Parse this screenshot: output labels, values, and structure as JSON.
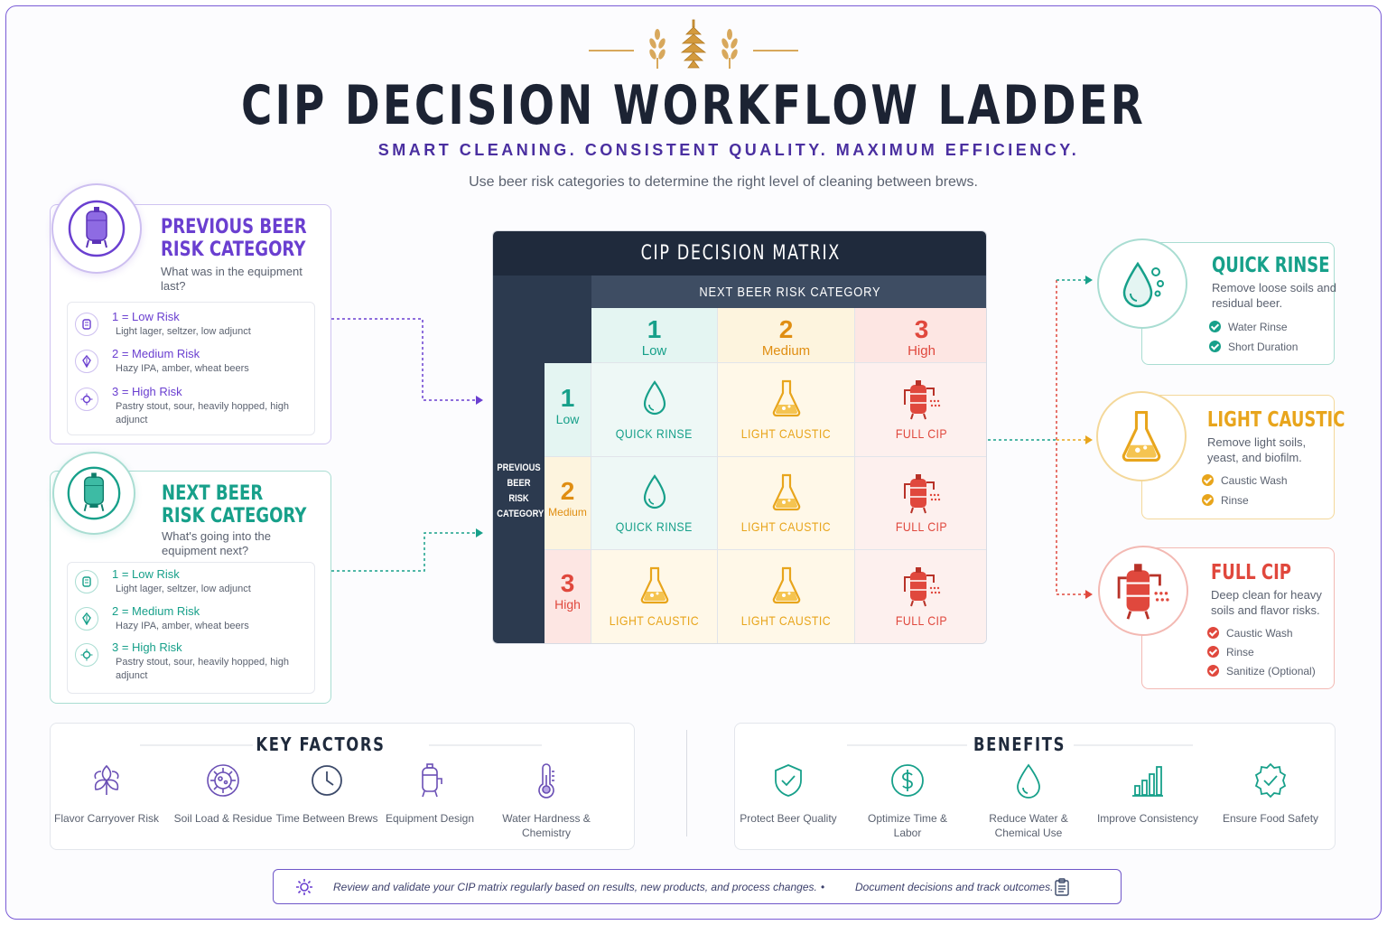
{
  "header": {
    "title": "CIP DECISION WORKFLOW LADDER",
    "subtitle": "SMART CLEANING. CONSISTENT QUALITY. MAXIMUM EFFICIENCY.",
    "intro": "Use beer risk categories to determine the right level of cleaning between brews."
  },
  "previous_panel": {
    "title_line1": "PREVIOUS BEER",
    "title_line2": "RISK CATEGORY",
    "question": "What was in the equipment last?",
    "items": [
      {
        "label": "1 = Low Risk",
        "desc": "Light lager, seltzer, low adjunct"
      },
      {
        "label": "2 = Medium Risk",
        "desc": "Hazy IPA, amber, wheat beers"
      },
      {
        "label": "3 = High Risk",
        "desc": "Pastry stout, sour, heavily hopped, high adjunct"
      }
    ]
  },
  "next_panel": {
    "title_line1": "NEXT BEER",
    "title_line2": "RISK CATEGORY",
    "question": "What's going into the equipment next?",
    "items": [
      {
        "label": "1 = Low Risk",
        "desc": "Light lager, seltzer, low adjunct"
      },
      {
        "label": "2 = Medium Risk",
        "desc": "Hazy IPA, amber, wheat beers"
      },
      {
        "label": "3 = High Risk",
        "desc": "Pastry stout, sour, heavily hopped, high adjunct"
      }
    ]
  },
  "matrix": {
    "title": "CIP DECISION MATRIX",
    "col_header": "NEXT BEER RISK CATEGORY",
    "row_header": "PREVIOUS BEER RISK CATEGORY",
    "columns": [
      {
        "num": "1",
        "label": "Low"
      },
      {
        "num": "2",
        "label": "Medium"
      },
      {
        "num": "3",
        "label": "High"
      }
    ],
    "rows": [
      {
        "num": "1",
        "label": "Low",
        "cells": [
          "QUICK RINSE",
          "LIGHT CAUSTIC",
          "FULL CIP"
        ]
      },
      {
        "num": "2",
        "label": "Medium",
        "cells": [
          "QUICK RINSE",
          "LIGHT CAUSTIC",
          "FULL CIP"
        ]
      },
      {
        "num": "3",
        "label": "High",
        "cells": [
          "LIGHT CAUSTIC",
          "LIGHT CAUSTIC",
          "FULL CIP"
        ]
      }
    ]
  },
  "outcomes": [
    {
      "title": "QUICK RINSE",
      "desc": "Remove loose soils and residual beer.",
      "bullets": [
        "Water Rinse",
        "Short Duration"
      ],
      "color": "#17a08a",
      "icon": "water-drop-icon"
    },
    {
      "title": "LIGHT CAUSTIC",
      "desc": "Remove light soils, yeast, and biofilm.",
      "bullets": [
        "Caustic Wash",
        "Rinse"
      ],
      "color": "#e8a51c",
      "icon": "flask-icon"
    },
    {
      "title": "FULL CIP",
      "desc": "Deep clean for heavy soils and flavor risks.",
      "bullets": [
        "Caustic Wash",
        "Rinse",
        "Sanitize (Optional)"
      ],
      "color": "#e0483d",
      "icon": "tank-spray-icon"
    }
  ],
  "key_factors": {
    "title": "KEY FACTORS",
    "items": [
      {
        "label": "Flavor Carryover Risk",
        "icon": "hop-icon"
      },
      {
        "label": "Soil Load & Residue",
        "icon": "virus-icon"
      },
      {
        "label": "Time Between Brews",
        "icon": "clock-icon"
      },
      {
        "label": "Equipment Design",
        "icon": "tank-icon"
      },
      {
        "label": "Water Hardness & Chemistry",
        "icon": "thermometer-icon"
      }
    ]
  },
  "benefits": {
    "title": "BENEFITS",
    "items": [
      {
        "label": "Protect Beer Quality",
        "icon": "shield-check-icon"
      },
      {
        "label": "Optimize Time & Labor",
        "icon": "dollar-icon"
      },
      {
        "label": "Reduce Water & Chemical Use",
        "icon": "water-drop-icon"
      },
      {
        "label": "Improve Consistency",
        "icon": "bar-chart-icon"
      },
      {
        "label": "Ensure Food Safety",
        "icon": "badge-check-icon"
      }
    ]
  },
  "footer": {
    "text1": "Review and validate your CIP matrix regularly based on results, new products, and process changes.",
    "separator": "•",
    "text2": "Document decisions and track outcomes."
  },
  "colors": {
    "purple": "#6a3fd0",
    "teal": "#17a08a",
    "yellow": "#e8a51c",
    "red": "#e0483d",
    "navy": "#1f2a3c"
  }
}
